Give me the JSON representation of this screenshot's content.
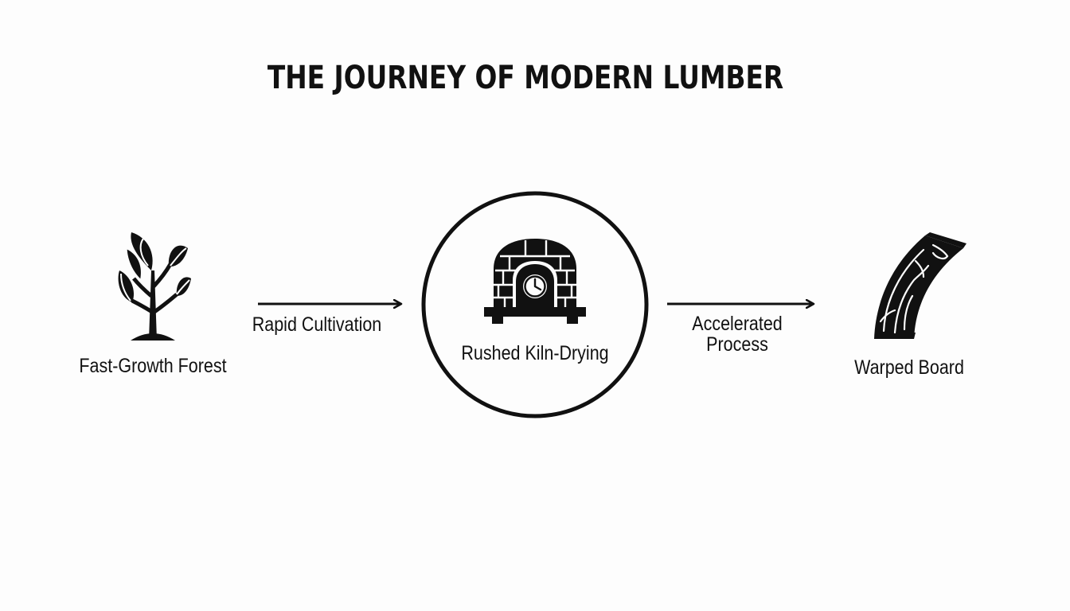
{
  "title": "THE JOURNEY OF MODERN LUMBER",
  "nodes": [
    {
      "id": "forest",
      "label": "Fast-Growth Forest",
      "icon": "sapling-icon"
    },
    {
      "id": "kiln",
      "label": "Rushed Kiln-Drying",
      "icon": "kiln-clock-icon"
    },
    {
      "id": "board",
      "label": "Warped Board",
      "icon": "warped-board-icon"
    }
  ],
  "edges": [
    {
      "from": "forest",
      "to": "kiln",
      "label": "Rapid Cultivation"
    },
    {
      "from": "kiln",
      "to": "board",
      "label_lines": [
        "Accelerated",
        "Process"
      ]
    }
  ],
  "colors": {
    "ink": "#111111",
    "background": "#fdfdfd"
  }
}
